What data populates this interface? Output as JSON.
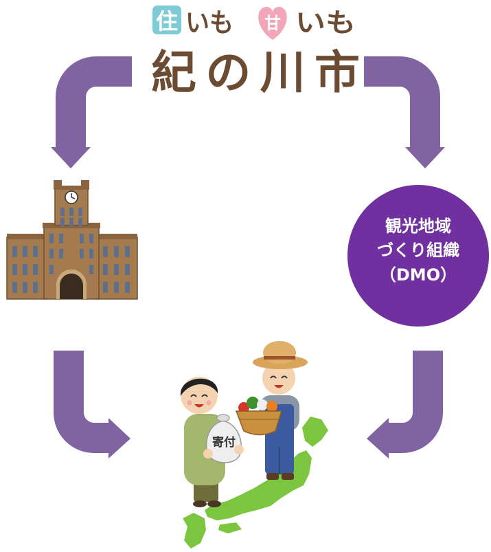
{
  "logo": {
    "char_house": "住",
    "kana_1": "いも",
    "char_sweet": "甘",
    "kana_2": "いも",
    "city_name": "紀の川市"
  },
  "dmo": {
    "lines": [
      "観光地域",
      "づくり組織",
      "（DMO）"
    ]
  },
  "donation_bag": {
    "label": "寄付"
  },
  "colors": {
    "arrow": "#8064A2",
    "dmo_circle": "#7030A0",
    "dmo_text": "#FFFFFF",
    "logo_text": "#6B4B32",
    "logo_house_box": "#7ECBD5",
    "logo_heart": "#F4A6B9",
    "building": "#A47B4F",
    "map": "#7CC63F"
  }
}
